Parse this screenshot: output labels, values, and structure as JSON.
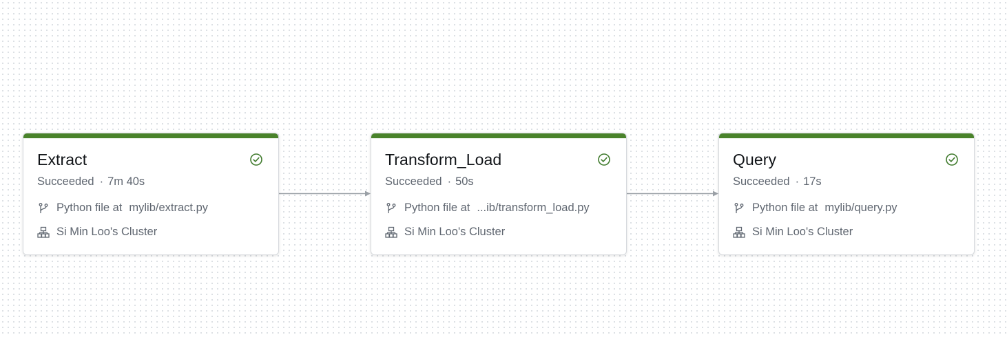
{
  "colors": {
    "success_bar": "#4a832b",
    "success_icon": "#3f7a2c",
    "connector": "#9aa0a6"
  },
  "tasks": [
    {
      "name": "Extract",
      "status": "Succeeded",
      "duration": "7m 40s",
      "type_label": "Python file at",
      "file_path": "mylib/extract.py",
      "cluster": "Si Min Loo's Cluster",
      "status_icon": "check-circle-icon",
      "type_icon": "branch-icon",
      "cluster_icon": "cluster-icon"
    },
    {
      "name": "Transform_Load",
      "status": "Succeeded",
      "duration": "50s",
      "type_label": "Python file at",
      "file_path": "...ib/transform_load.py",
      "cluster": "Si Min Loo's Cluster",
      "status_icon": "check-circle-icon",
      "type_icon": "branch-icon",
      "cluster_icon": "cluster-icon"
    },
    {
      "name": "Query",
      "status": "Succeeded",
      "duration": "17s",
      "type_label": "Python file at",
      "file_path": "mylib/query.py",
      "cluster": "Si Min Loo's Cluster",
      "status_icon": "check-circle-icon",
      "type_icon": "branch-icon",
      "cluster_icon": "cluster-icon"
    }
  ],
  "separator": "·"
}
